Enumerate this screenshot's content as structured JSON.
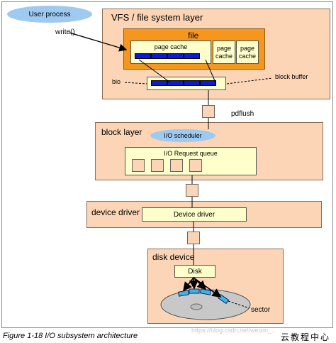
{
  "user_process": "User process",
  "write_call": "write()",
  "vfs_layer": {
    "title": "VFS / file system layer",
    "file": {
      "title": "file",
      "page_cache_main": "page cache",
      "page_cache_a": "page\ncache",
      "page_cache_b": "page\ncache"
    },
    "bio_label": "bio",
    "block_buffer_label": "block buffer"
  },
  "pdflush_label": "pdflush",
  "block_layer": {
    "title": "block layer",
    "io_scheduler": "I/O scheduler",
    "io_request_queue": "I/O Request queue"
  },
  "device_driver_layer": {
    "title": "device driver",
    "box": "Device driver"
  },
  "disk_device_layer": {
    "title": "disk device",
    "disk": "Disk",
    "sector_label": "sector"
  },
  "caption": "Figure 1-18   I/O subsystem architecture",
  "watermark": "https://blog.csdn.net/weixin_...",
  "brand": "云教程中心",
  "colors": {
    "layer_fill": "#fbd5b5",
    "file_fill": "#f5961e",
    "box_fill": "#ffffcc",
    "blue_cells": "#0a1adb",
    "oval_fill": "#9ec9f0",
    "disk_fill": "#c8c8c8",
    "sector_fill": "#3db4e8"
  }
}
